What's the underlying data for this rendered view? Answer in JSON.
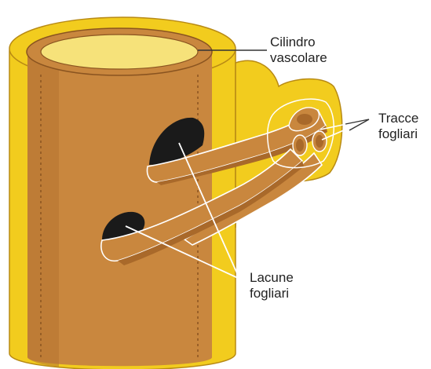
{
  "labels": {
    "vascular_cylinder": [
      "Cilindro",
      "vascolare"
    ],
    "leaf_traces": [
      "Tracce",
      "fogliari"
    ],
    "leaf_gaps": [
      "Lacune",
      "fogliari"
    ]
  },
  "colors": {
    "background": "#ffffff",
    "cortex_yellow": "#f2cc1e",
    "cortex_dark_yellow": "#d9a81a",
    "stele_tan": "#c9873e",
    "stele_shadow": "#a9692a",
    "stele_highlight": "#d99a52",
    "pith_light_yellow": "#f6e27a",
    "gap_black": "#1a1a1a",
    "leader_line": "#ffffff",
    "label_line": "#333333",
    "text": "#222222"
  }
}
